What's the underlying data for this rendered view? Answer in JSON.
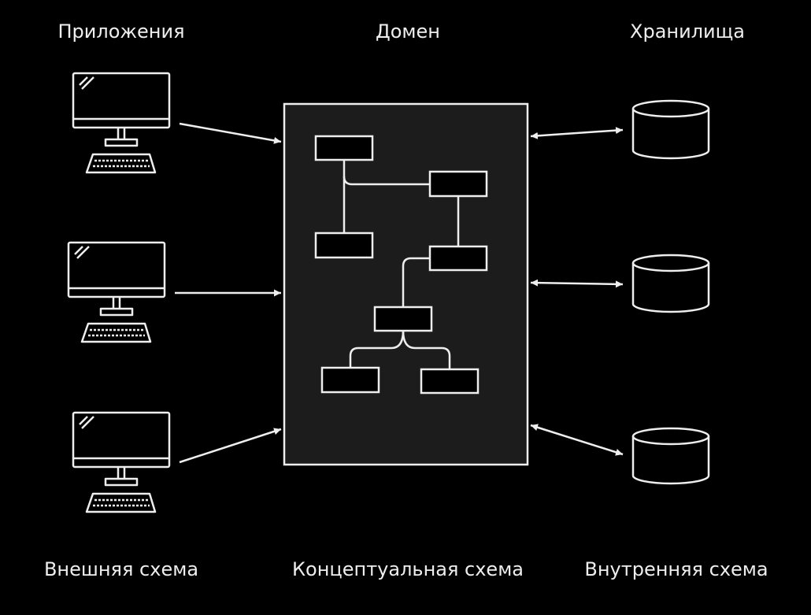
{
  "headers": {
    "applications": "Приложения",
    "domain": "Домен",
    "storages": "Хранилища"
  },
  "footers": {
    "external_schema": "Внешняя схема",
    "conceptual_schema": "Концептуальная схема",
    "internal_schema": "Внутренняя схема"
  },
  "colors": {
    "background": "#000000",
    "stroke": "#eeeeee",
    "domain_fill": "#1c1c1c"
  },
  "icons": {
    "application": "desktop-computer-icon",
    "storage": "database-cylinder-icon"
  }
}
